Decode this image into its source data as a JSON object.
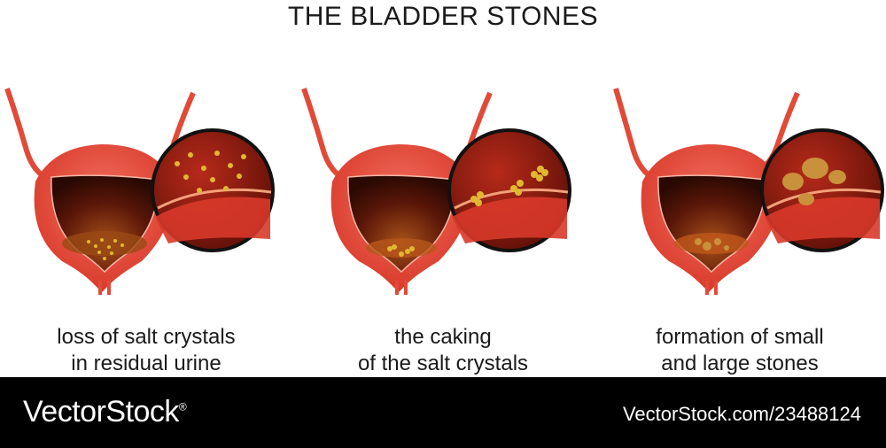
{
  "title": "THE BLADDER STONES",
  "colors": {
    "bladder_outer": "#e8493a",
    "bladder_inner": "#5a1608",
    "urine": "#a8521a",
    "crystal": "#e0b830",
    "stone": "#c9913b",
    "lens_ring": "#111111",
    "footer_bg": "#000000"
  },
  "panels": [
    {
      "stage": "crystals",
      "caption_line1": "loss of salt crystals",
      "caption_line2": "in residual urine"
    },
    {
      "stage": "caking",
      "caption_line1": "the caking",
      "caption_line2": "of the salt crystals"
    },
    {
      "stage": "stones",
      "caption_line1": "formation of small",
      "caption_line2": "and large stones"
    }
  ],
  "footer": {
    "brand": "VectorStock",
    "brand_mark": "®",
    "image_id": "VectorStock.com/23488124"
  }
}
